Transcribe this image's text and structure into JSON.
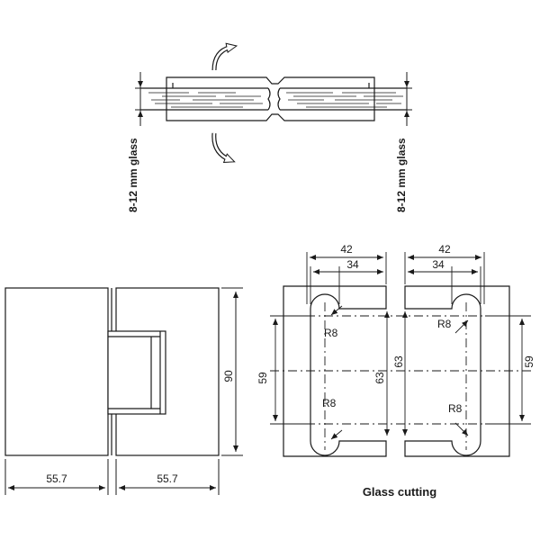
{
  "top_view": {
    "glass_label_left": "8-12 mm glass",
    "glass_label_right": "8-12 mm glass"
  },
  "front_view": {
    "height_label": "90",
    "width_left_label": "55.7",
    "width_right_label": "55.7"
  },
  "glass_cutting": {
    "caption": "Glass cutting",
    "left": {
      "width_outer": "42",
      "width_inner": "34",
      "radius_top": "R8",
      "radius_bottom": "R8",
      "height_outer": "59",
      "height_inner": "63"
    },
    "right": {
      "width_outer": "42",
      "width_inner": "34",
      "radius_top": "R8",
      "radius_bottom": "R8",
      "height_inner": "63",
      "height_outer": "59"
    }
  },
  "colors": {
    "line": "#1a1a1a",
    "background": "#ffffff"
  }
}
